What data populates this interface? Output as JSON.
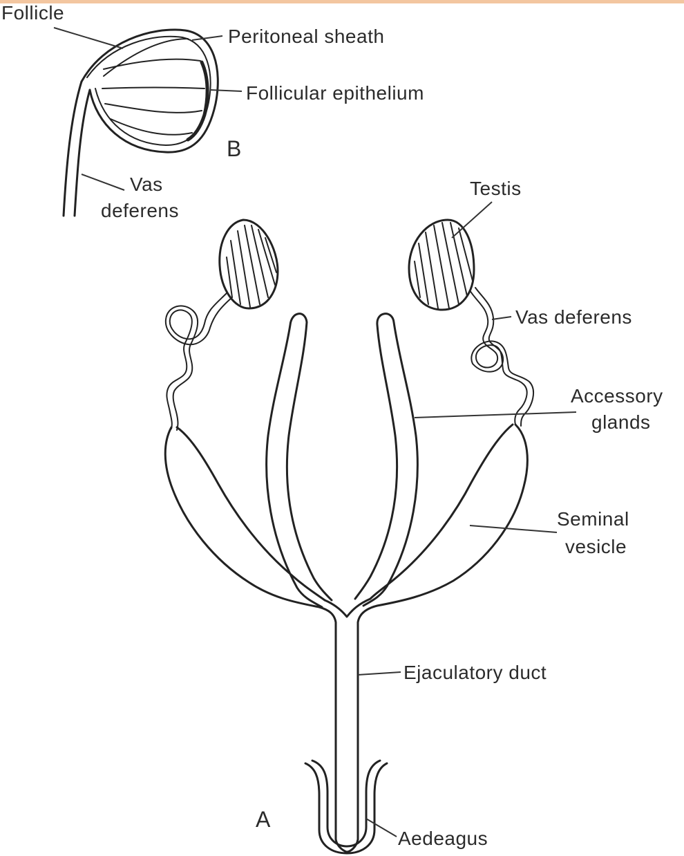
{
  "colors": {
    "ink": "#222222",
    "border": "#f3c6a0",
    "background": "#ffffff"
  },
  "panel_b": {
    "panel_label": "B",
    "labels": {
      "follicle": "Follicle",
      "peritoneal_sheath": "Peritoneal sheath",
      "follicular_epithelium": "Follicular epithelium",
      "vas_deferens_line1": "Vas",
      "vas_deferens_line2": "deferens"
    }
  },
  "panel_a": {
    "panel_label": "A",
    "labels": {
      "testis": "Testis",
      "vas_deferens": "Vas deferens",
      "accessory_glands_line1": "Accessory",
      "accessory_glands_line2": "glands",
      "seminal_vesicle_line1": "Seminal",
      "seminal_vesicle_line2": "vesicle",
      "ejaculatory_duct": "Ejaculatory duct",
      "aedeagus": "Aedeagus"
    }
  }
}
